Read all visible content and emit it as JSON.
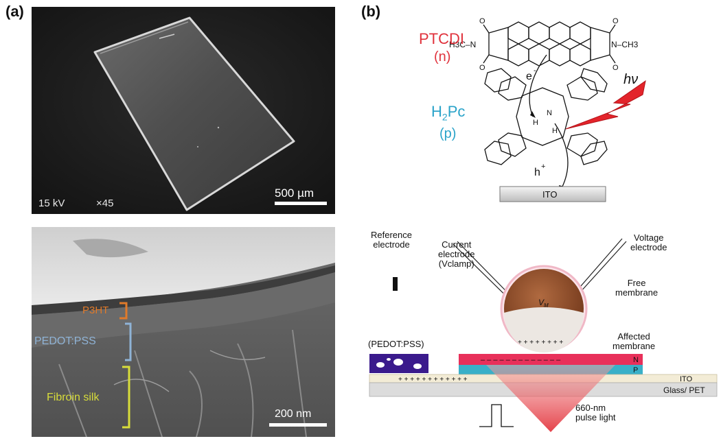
{
  "panel_a": {
    "label": "(a)",
    "sem_top": {
      "voltage": "15 kV",
      "magnification": "×45",
      "scale_bar": "500 µm"
    },
    "sem_bottom": {
      "layers": [
        {
          "name": "P3HT",
          "color": "#e07a2a"
        },
        {
          "name": "PEDOT:PSS",
          "color": "#8fb3d6"
        },
        {
          "name": "Fibroin silk",
          "color": "#d8dd3a"
        }
      ],
      "scale_bar": "200 nm"
    }
  },
  "panel_b": {
    "label": "(b)",
    "molecule_n": {
      "name": "PTCDI",
      "type": "(n)",
      "color": "#e0323c"
    },
    "molecule_p": {
      "name_main": "H",
      "name_sub": "2",
      "name_rest": "Pc",
      "type": "(p)",
      "color": "#2aa3c9"
    },
    "electron": "e",
    "electron_sup": "-",
    "hole": "h",
    "hole_sup": "+",
    "light": "hν",
    "methyl_left": "H3C–N",
    "methyl_right": "N–CH3",
    "electrode": "ITO",
    "device": {
      "reference_electrode": [
        "Reference",
        "electrode"
      ],
      "current_electrode": [
        "Current",
        "electrode",
        "(Vclamp)"
      ],
      "voltage_electrode": [
        "Voltage",
        "electrode"
      ],
      "free_membrane": [
        "Free",
        "membrane"
      ],
      "affected_membrane": [
        "Affected",
        "membrane"
      ],
      "vm": "V",
      "vm_sub": "M",
      "pedot_label": "(PEDOT:PSS)",
      "layer_n": "N",
      "layer_p": "P",
      "layer_ito": "ITO",
      "substrate": "Glass/ PET",
      "pulse_light": [
        "660-nm",
        "pulse light"
      ]
    }
  },
  "colors": {
    "cell_brown": "#8b4a26",
    "n_layer": "#e8305a",
    "p_layer": "#3ab0c8",
    "ito_layer": "#f3ecd6",
    "glass": "#dcdcdc",
    "pedot": "#3a1a8c",
    "light_red": "#e0202a"
  }
}
